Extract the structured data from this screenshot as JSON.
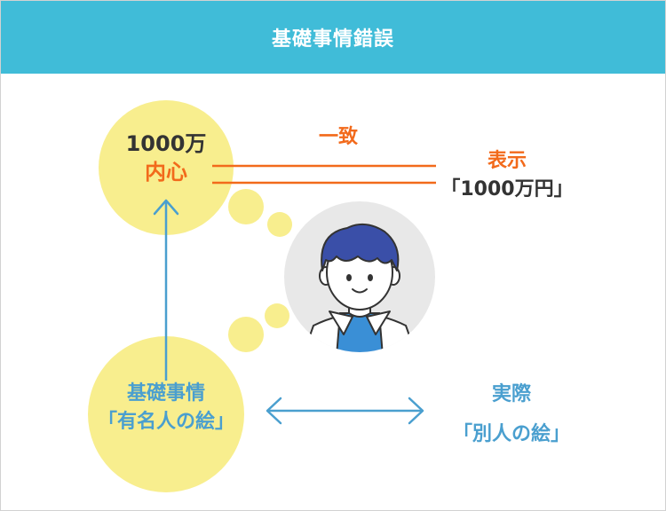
{
  "header": {
    "title": "基礎事情錯誤"
  },
  "thought": {
    "amount": "1000万",
    "label": "内心"
  },
  "match_label": "一致",
  "display": {
    "label": "表示",
    "value": "「1000万円」"
  },
  "basis": {
    "label": "基礎事情",
    "value": "「有名人の絵」"
  },
  "actual": {
    "label": "実際",
    "value": "「別人の絵」"
  },
  "colors": {
    "header_bg": "#40bcd8",
    "bubble_yellow": "#f8ee8e",
    "accent_orange": "#f26a1b",
    "accent_blue": "#4a9fcf",
    "text_dark": "#333333",
    "avatar_bg": "#e8e8e8",
    "hair_navy": "#3a4fa8",
    "shirt_blue": "#3a8fd6"
  }
}
